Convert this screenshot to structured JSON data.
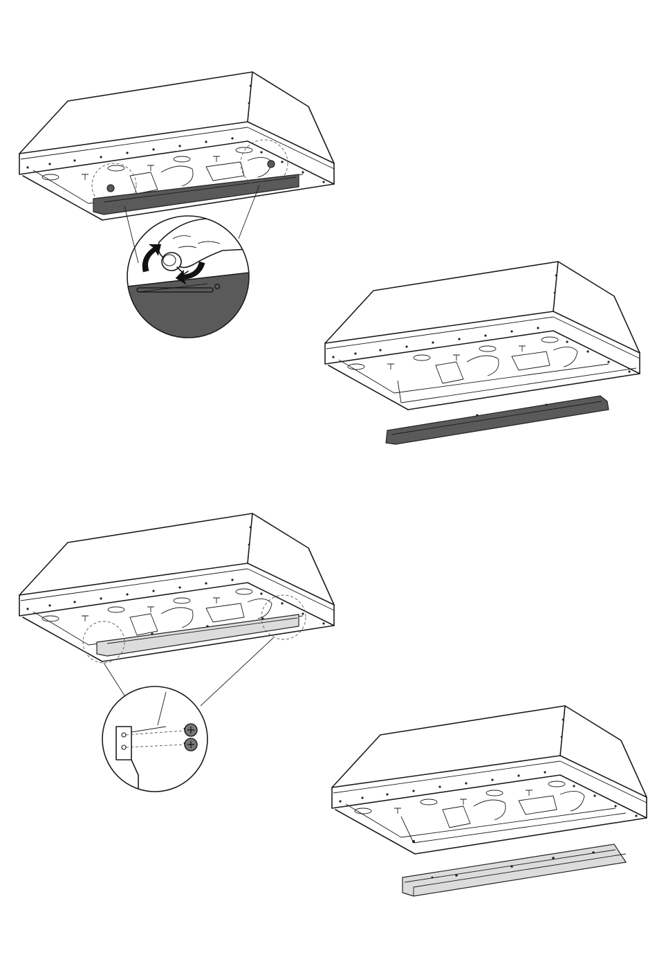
{
  "figure": {
    "steps": [
      {
        "id": "step-1",
        "depiction": "hood-with-dark-grease-trough-and-loosening-thumbscrew"
      },
      {
        "id": "step-2",
        "depiction": "hood-with-dark-grease-trough-removed"
      },
      {
        "id": "step-3",
        "depiction": "hood-with-light-trough-and-screw-detail"
      },
      {
        "id": "step-4",
        "depiction": "hood-with-light-trough-removed"
      }
    ],
    "colors": {
      "line": "#1a1a1a",
      "dark_trough": "#5a5a5a",
      "light_trough": "#dcdcdc",
      "background": "#ffffff"
    },
    "icons": [
      "rotate-arrow-icon",
      "hand-icon",
      "thumbscrew-icon",
      "screw-icon"
    ]
  }
}
